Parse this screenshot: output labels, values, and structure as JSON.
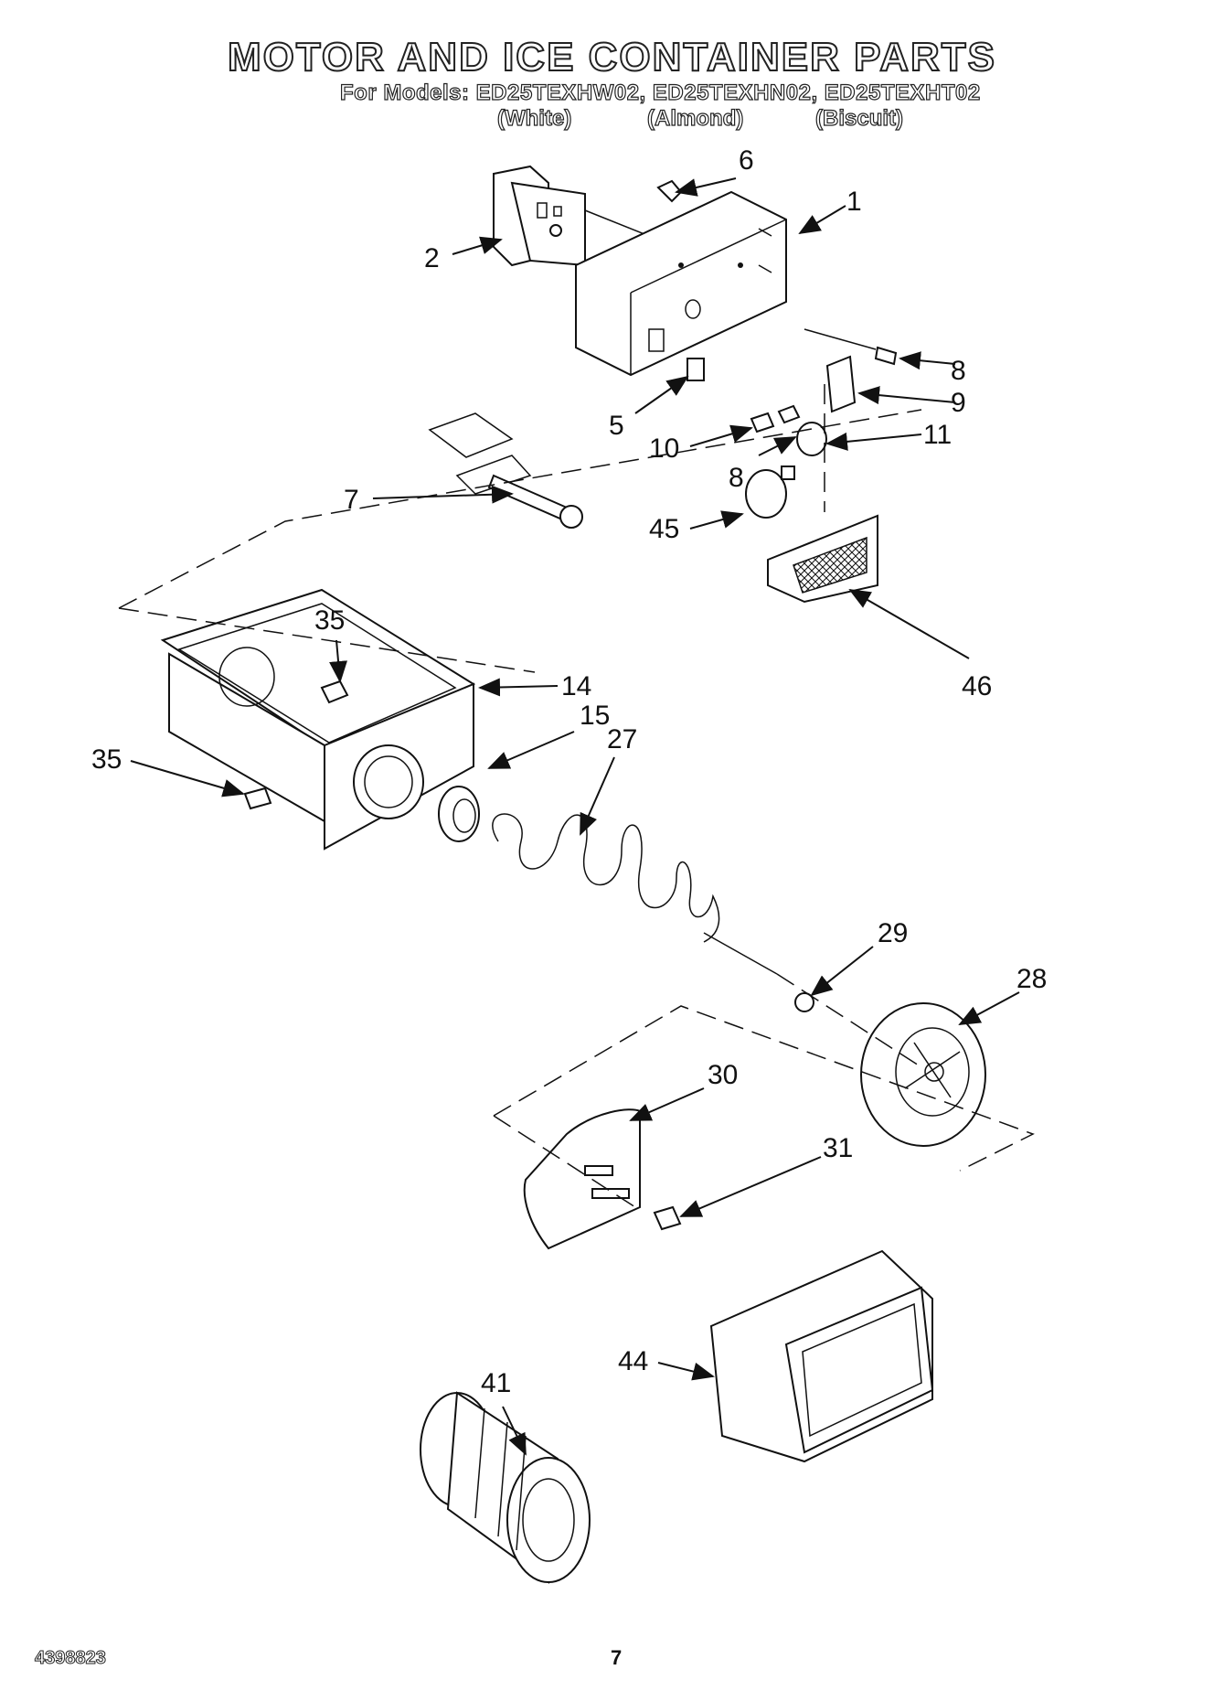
{
  "header": {
    "title": "MOTOR AND ICE CONTAINER PARTS",
    "models_line": "For Models: ED25TEXHW02, ED25TEXHN02, ED25TEXHT02",
    "colors": [
      "(White)",
      "(Almond)",
      "(Biscuit)"
    ]
  },
  "callouts": [
    "6",
    "1",
    "2",
    "8",
    "9",
    "5",
    "10",
    "11",
    "8",
    "7",
    "45",
    "46",
    "35",
    "14",
    "15",
    "27",
    "35",
    "29",
    "28",
    "30",
    "31",
    "44",
    "41"
  ],
  "footer": {
    "doc_number": "4398823",
    "page_number": "7"
  }
}
